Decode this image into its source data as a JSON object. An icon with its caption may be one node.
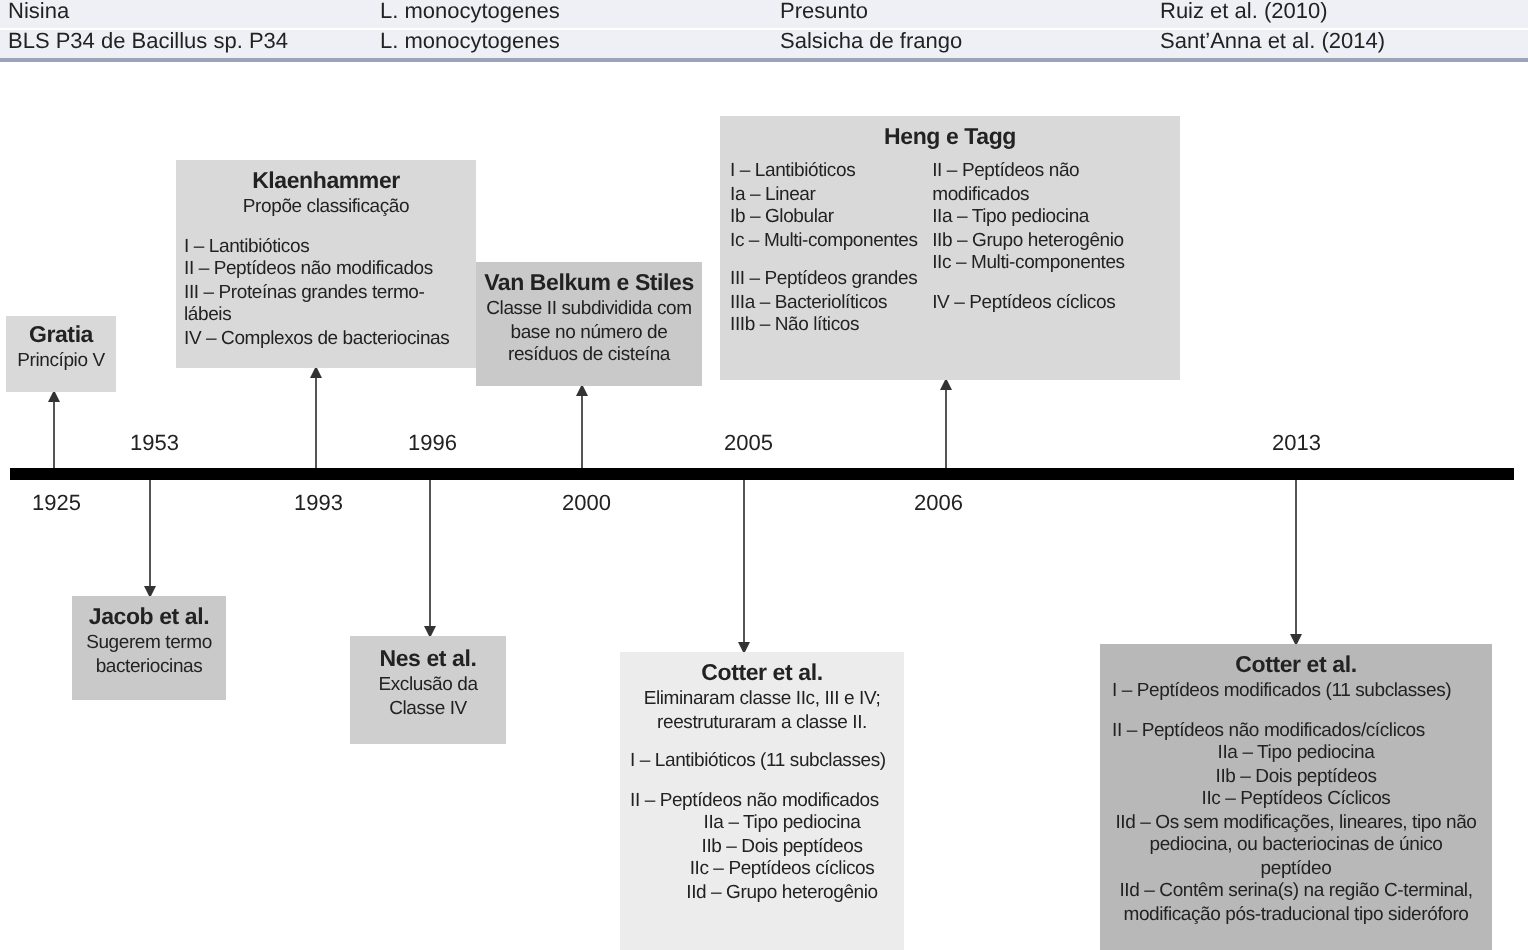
{
  "diagram": {
    "nodes": [
      {
        "text": [],
        "shape": "bar"
      },
      {
        "text": [
          "Gratia",
          "Princípio V"
        ]
      },
      {
        "text": [
          "Jacob et al.",
          "Sugerem termo bacteriocinas"
        ]
      },
      {
        "text": [
          "Klaenhammer",
          "Propõe classificação",
          "I – Lantibióticos",
          "II – Peptídeos não modificados",
          "III – Proteínas grandes termo-lábeis",
          "IV – Complexos de bacteriocinas"
        ]
      },
      {
        "text": [
          "Nes et al.",
          "Exclusão da Classe IV"
        ]
      },
      {
        "text": [
          "Van Belkum e Stiles",
          "Classe II subdividida com base no número de resíduos de cisteína"
        ]
      },
      {
        "text": [
          "Cotter et al.",
          "Eliminaram classe IIc, III e IV; reestruturaram a classe II.",
          "I – Lantibióticos (11 subclasses)",
          "II – Peptídeos não modificados",
          "IIa – Tipo pediocina",
          "IIb – Dois peptídeos",
          "IIc – Peptídeos cíclicos",
          "IId – Grupo heterogênio"
        ]
      },
      {
        "text": [
          "Heng e Tagg",
          "I – Lantibióticos",
          "Ia – Linear",
          "Ib – Globular",
          "Ic – Multi-componentes",
          "III – Peptídeos grandes",
          "IIIa – Bacteriolíticos",
          "IIIb – Não líticos",
          "II – Peptídeos não modificados",
          "IIa – Tipo pediocina",
          "IIb – Grupo heterogênio",
          "IIc – Multi-componentes",
          "IV – Peptídeos cíclicos"
        ]
      },
      {
        "text": [
          "Cotter et al.",
          "I – Peptídeos modificados (11 subclasses)",
          "II – Peptídeos não modificados/cíclicos",
          "IIa – Tipo pediocina",
          "IIb – Dois peptídeos",
          "IIc – Peptídeos Cíclicos",
          "IId – Os sem modificações, lineares, tipo não pediocina, ou bacteriocinas de único peptídeo",
          "IId – Contêm serina(s) na região C-terminal, modificação pós-traducional tipo sideróforo"
        ]
      }
    ],
    "edges": [
      {
        "from": 0,
        "to": 1,
        "arrow": "to"
      },
      {
        "from": 0,
        "to": 2,
        "arrow": "to"
      },
      {
        "from": 0,
        "to": 3,
        "arrow": "to"
      },
      {
        "from": 0,
        "to": 4,
        "arrow": "to"
      },
      {
        "from": 0,
        "to": 5,
        "arrow": "to"
      },
      {
        "from": 0,
        "to": 6,
        "arrow": "to"
      },
      {
        "from": 0,
        "to": 7,
        "arrow": "to"
      },
      {
        "from": 0,
        "to": 8,
        "arrow": "to"
      }
    ],
    "labels": [
      "Nisina",
      "L. monocytogenes",
      "Presunto",
      "Ruiz et al. (2010)",
      "BLS P34 de Bacillus sp. P34",
      "L. monocytogenes",
      "Salsicha de frango",
      "Sant’Anna et al. (2014)",
      "1953",
      "1996",
      "2005",
      "2013",
      "1925",
      "1993",
      "2000",
      "2006"
    ]
  }
}
